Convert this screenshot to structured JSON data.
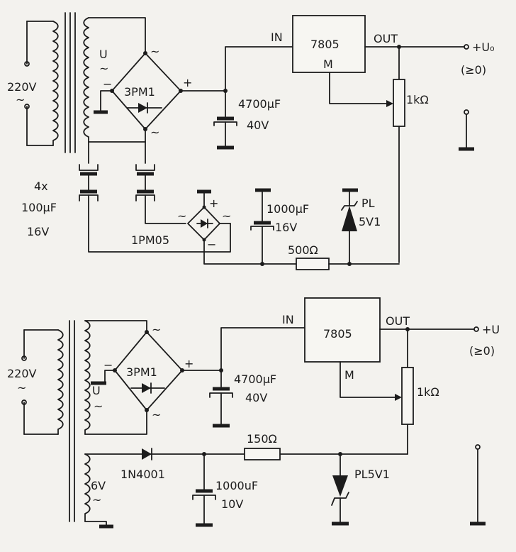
{
  "top": {
    "mains": "220V",
    "mains_ac": "~",
    "sec_u": "U",
    "sec_ac": "~",
    "bridge": "3PM1",
    "ac1": "~",
    "ac2": "~",
    "plus": "+",
    "minus": "−",
    "cap_value": "4700μF",
    "cap_voltage": "40V",
    "reg_in": "IN",
    "reg_name": "7805",
    "reg_m": "M",
    "reg_out": "OUT",
    "out_label": "+U₀",
    "out_note": "(≥0)",
    "pot": "1kΩ",
    "series_caps_count": "4x",
    "series_caps_value": "100μF",
    "series_caps_voltage": "16V",
    "small_bridge": "1PM05",
    "sb_plus": "+",
    "sb_minus": "−",
    "sb_ac1": "~",
    "sb_ac2": "~",
    "cap2_value": "1000μF",
    "cap2_voltage": "16V",
    "zener_1": "PL",
    "zener_2": "5V1",
    "resistor": "500Ω"
  },
  "bottom": {
    "mains": "220V",
    "mains_ac": "~",
    "sec_u": "U",
    "sec_ac": "~",
    "bridge": "3PM1",
    "ac1": "~",
    "ac2": "~",
    "plus": "+",
    "minus": "−",
    "cap_value": "4700μF",
    "cap_voltage": "40V",
    "reg_in": "IN",
    "reg_name": "7805",
    "reg_m": "M",
    "reg_out": "OUT",
    "out_label": "+U",
    "out_note": "(≥0)",
    "pot": "1kΩ",
    "aux_winding": "6V",
    "aux_ac": "~",
    "diode": "1N4001",
    "resistor": "150Ω",
    "cap2_value": "1000uF",
    "cap2_voltage": "10V",
    "zener": "PL5V1"
  }
}
